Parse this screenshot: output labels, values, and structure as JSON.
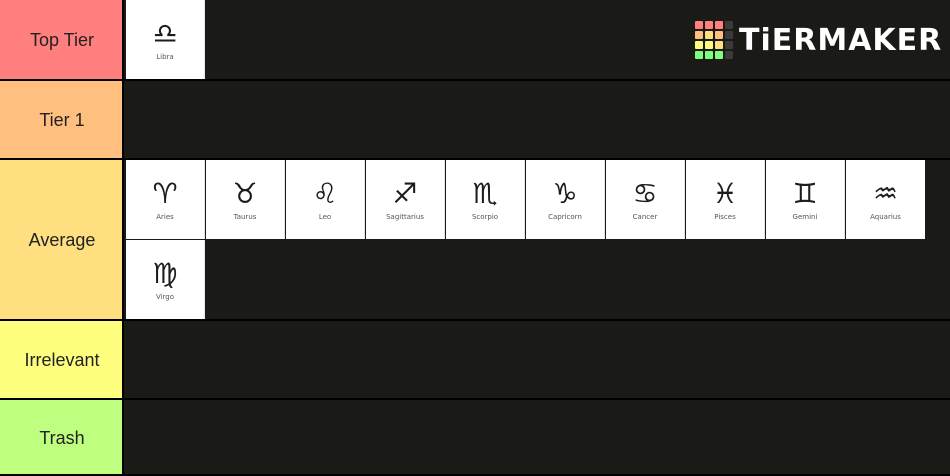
{
  "logo": {
    "text": "TiERMAKER",
    "grid_colors": [
      "#ff7f7f",
      "#ff7f7f",
      "#ff7f7f",
      "#3a3a3a",
      "#ffbf7f",
      "#ffdf7f",
      "#ffbf7f",
      "#3a3a3a",
      "#ffff7f",
      "#ffff7f",
      "#ffdf7f",
      "#3a3a3a",
      "#7fff7f",
      "#7fff7f",
      "#7fff7f",
      "#3a3a3a"
    ]
  },
  "tiers": [
    {
      "label": "Top Tier",
      "color": "#ff7f7f",
      "items": [
        {
          "symbol": "♎",
          "name": "Libra"
        }
      ]
    },
    {
      "label": "Tier 1",
      "color": "#ffbf7f",
      "items": []
    },
    {
      "label": "Average",
      "color": "#ffdf7f",
      "items": [
        {
          "symbol": "♈",
          "name": "Aries"
        },
        {
          "symbol": "♉",
          "name": "Taurus"
        },
        {
          "symbol": "♌",
          "name": "Leo"
        },
        {
          "symbol": "♐",
          "name": "Sagittarius"
        },
        {
          "symbol": "♏",
          "name": "Scorpio"
        },
        {
          "symbol": "♑",
          "name": "Capricorn"
        },
        {
          "symbol": "♋",
          "name": "Cancer"
        },
        {
          "symbol": "♓",
          "name": "Pisces"
        },
        {
          "symbol": "♊",
          "name": "Gemini"
        },
        {
          "symbol": "♒",
          "name": "Aquarius"
        },
        {
          "symbol": "♍",
          "name": "Virgo"
        }
      ]
    },
    {
      "label": "Irrelevant",
      "color": "#ffff7f",
      "items": []
    },
    {
      "label": "Trash",
      "color": "#bfff7f",
      "items": []
    }
  ]
}
